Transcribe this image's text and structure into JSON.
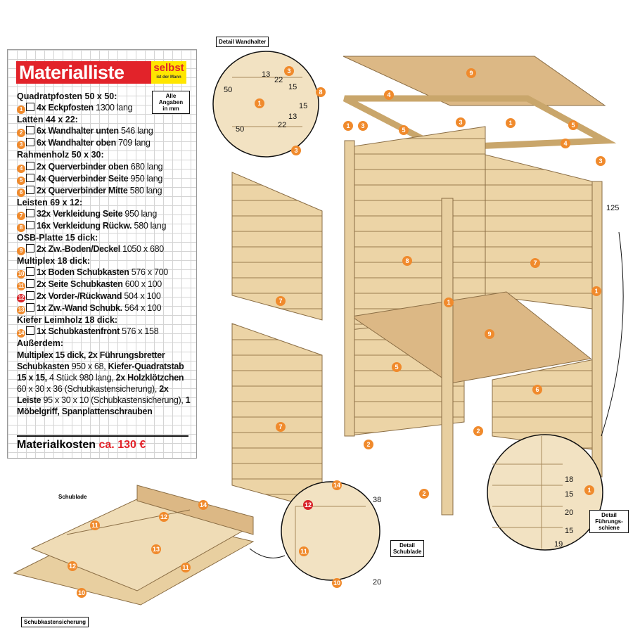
{
  "list": {
    "title": "Materialliste",
    "logo": "selbst",
    "logo_sub": "ist der Mann",
    "units_note": [
      "Alle",
      "Angaben",
      "in mm"
    ],
    "groups": [
      {
        "heading": "Quadratpfosten 50 x 50:",
        "items": [
          {
            "num": "1",
            "name": "4x Eckpfosten",
            "size": "1300 lang"
          }
        ]
      },
      {
        "heading": "Latten 44 x 22:",
        "items": [
          {
            "num": "2",
            "name": "6x Wandhalter unten",
            "size": "546 lang"
          },
          {
            "num": "3",
            "name": "6x Wandhalter oben",
            "size": "709 lang"
          }
        ]
      },
      {
        "heading": "Rahmenholz 50 x 30:",
        "items": [
          {
            "num": "4",
            "name": "2x Querverbinder oben",
            "size": "680 lang"
          },
          {
            "num": "5",
            "name": "4x Querverbinder Seite",
            "size": "950 lang"
          },
          {
            "num": "6",
            "name": "2x Querverbinder Mitte",
            "size": "580 lang"
          }
        ]
      },
      {
        "heading": "Leisten 69 x 12:",
        "items": [
          {
            "num": "7",
            "name": "32x Verkleidung Seite",
            "size": "950 lang"
          },
          {
            "num": "8",
            "name": "16x Verkleidung Rückw.",
            "size": "580 lang"
          }
        ]
      },
      {
        "heading": "OSB-Platte 15 dick:",
        "items": [
          {
            "num": "9",
            "name": "2x Zw.-Boden/Deckel",
            "size": "1050 x 680"
          }
        ]
      },
      {
        "heading": "Multiplex 18 dick:",
        "items": [
          {
            "num": "10",
            "name": "1x Boden Schubkasten",
            "size": "576 x 700"
          },
          {
            "num": "11",
            "name": "2x Seite Schubkasten",
            "size": "600 x 100"
          },
          {
            "num": "12",
            "name": "2x Vorder-/Rückwand",
            "size": "504 x 100"
          },
          {
            "num": "13",
            "name": "1x Zw.-Wand Schubk.",
            "size": "564 x 100"
          }
        ]
      },
      {
        "heading": "Kiefer Leimholz 18 dick:",
        "items": [
          {
            "num": "14",
            "name": "1x Schubkastenfront",
            "size": "576 x 158"
          }
        ]
      }
    ],
    "extra_heading": "Außerdem:",
    "extra": [
      {
        "b": "Multiplex 15 dick, 2x Führungsbretter Schubkasten"
      },
      {
        "t": " 950 x 68, "
      },
      {
        "b": "Kiefer-Quadrat­stab 15 x 15,"
      },
      {
        "t": " 4 Stück 980 lang, "
      },
      {
        "b": "2x Holzklötzchen"
      },
      {
        "t": " 60 x 30 x 36 (Schub­kastensicherung), "
      },
      {
        "b": "2x Leiste"
      },
      {
        "t": " 95 x 30 x 10 (Schubkastensicherung), "
      },
      {
        "b": "1 Möbelgriff, Spanplattenschrauben"
      }
    ],
    "cost_label": "Materialkosten",
    "cost_value": "ca. 130 €"
  },
  "labels": {
    "wandhalter": "Detail Wandhalter",
    "schublade": "Schublade",
    "detail_schublade": "Detail Schublade",
    "fuehrung": "Detail Führungs- schiene",
    "sicherung": "Schubkastensicherung"
  },
  "dims": {
    "wandhalter": [
      "50",
      "13",
      "22",
      "15",
      "15",
      "13",
      "22",
      "50"
    ],
    "post": "125",
    "schublade": [
      "38",
      "20"
    ],
    "fuehrung": [
      "18",
      "15",
      "20",
      "15",
      "19"
    ]
  },
  "colors": {
    "accent": "#e2232a",
    "marker": "#f08a2c",
    "wood": "#e8cfa0",
    "osb": "#dcb885"
  }
}
